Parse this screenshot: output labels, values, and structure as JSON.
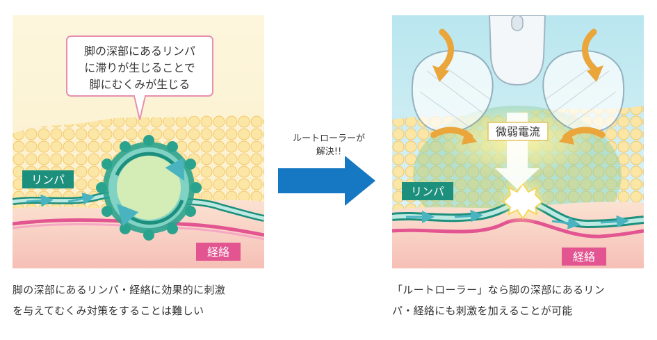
{
  "left_panel": {
    "callout_lines": [
      "脚の深部にあるリンパ",
      "に滞りが生じることで",
      "脚にむくみが生じる"
    ],
    "lymph_label": "リンパ",
    "meridian_label": "経絡"
  },
  "middle": {
    "label_lines": [
      "ルートローラーが",
      "解決!!"
    ]
  },
  "right_panel": {
    "current_label": "微弱電流",
    "lymph_label": "リンパ",
    "meridian_label": "経絡"
  },
  "captions": {
    "left_lines": [
      "脚の深部にあるリンパ・経絡に効果的に刺激",
      "を与えてむくみ対策をすることは難しい"
    ],
    "right_lines": [
      "「ルートローラー」なら脚の深部にあるリン",
      "パ・経絡にも刺激を加えることが可能"
    ]
  },
  "colors": {
    "background_top": "#fdf3d4",
    "fat_layer": "#f7d789",
    "skin_bottom": "#f8c9c2",
    "lymph_green": "#1d8f7d",
    "meridian_pink": "#e25590",
    "arrow_blue": "#1677c2",
    "callout_border": "#e78fae",
    "orange_arrow": "#eaa53b"
  }
}
